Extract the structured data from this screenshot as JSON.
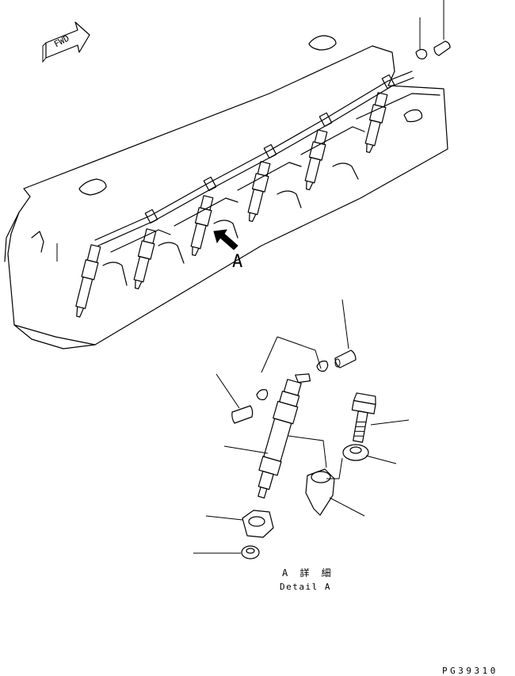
{
  "direction_label": "FWD",
  "view_callout": "A",
  "detail_caption_jp": "A 詳 細",
  "detail_caption_en": "Detail A",
  "drawing_code": "PG39310"
}
